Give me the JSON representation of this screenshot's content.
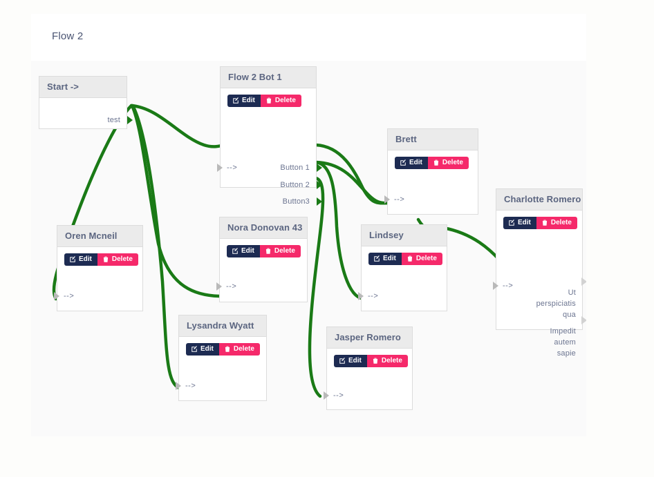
{
  "header": {
    "title": "Flow 2"
  },
  "buttons": {
    "edit_label": "Edit",
    "delete_label": "Delete"
  },
  "colors": {
    "edge": "#1a7a16",
    "edit_bg": "#1d2b52",
    "delete_bg": "#f5296a",
    "node_header_bg": "#ebebeb",
    "node_bg": "#ffffff",
    "canvas_bg": "#fafafa",
    "page_bg": "#fdfdfb",
    "title_text": "#4a5472"
  },
  "nodes": [
    {
      "id": "start",
      "title": "Start ->",
      "has_actions": false,
      "inputs": [],
      "outputs": [
        "test"
      ]
    },
    {
      "id": "flow2bot1",
      "title": "Flow 2 Bot 1",
      "has_actions": true,
      "inputs": [
        "-->"
      ],
      "outputs": [
        "Button 1",
        "Button 2",
        "Button3"
      ]
    },
    {
      "id": "oren",
      "title": "Oren Mcneil",
      "has_actions": true,
      "inputs": [
        "-->"
      ],
      "outputs": []
    },
    {
      "id": "nora",
      "title": "Nora Donovan 43",
      "has_actions": true,
      "inputs": [
        "-->"
      ],
      "outputs": []
    },
    {
      "id": "lysandra",
      "title": "Lysandra Wyatt",
      "has_actions": true,
      "inputs": [
        "-->"
      ],
      "outputs": []
    },
    {
      "id": "brett",
      "title": "Brett",
      "has_actions": true,
      "inputs": [
        "-->"
      ],
      "outputs": []
    },
    {
      "id": "lindsey",
      "title": "Lindsey",
      "has_actions": true,
      "inputs": [
        "-->"
      ],
      "outputs": []
    },
    {
      "id": "jasper",
      "title": "Jasper Romero",
      "has_actions": true,
      "inputs": [
        "-->"
      ],
      "outputs": []
    },
    {
      "id": "charlotte",
      "title": "Charlotte Romero",
      "has_actions": true,
      "inputs": [
        "-->"
      ],
      "outputs": [
        "Ut\nperspiciatis\nqua",
        "Impedit\nautem\nsapie"
      ]
    }
  ],
  "node_text": {
    "start_title": "Start ->",
    "start_out_test": "test",
    "bot_title": "Flow 2 Bot 1",
    "bot_in": "-->",
    "bot_out_1": "Button 1",
    "bot_out_2": "Button 2",
    "bot_out_3": "Button3",
    "oren_title": "Oren Mcneil",
    "oren_in": "-->",
    "nora_title": "Nora Donovan 43",
    "nora_in": "-->",
    "lysandra_title": "Lysandra Wyatt",
    "lysandra_in": "-->",
    "brett_title": "Brett",
    "brett_in": "-->",
    "lindsey_title": "Lindsey",
    "lindsey_in": "-->",
    "jasper_title": "Jasper Romero",
    "jasper_in": "-->",
    "charlotte_title": "Charlotte Romero",
    "charlotte_in": "-->",
    "charlotte_out_1": "Ut\nperspiciatis\nqua",
    "charlotte_out_2": "Impedit\nautem\nsapie"
  },
  "edges": [
    {
      "from": "start.test",
      "to": "flow2bot1.in"
    },
    {
      "from": "start.test",
      "to": "oren.in"
    },
    {
      "from": "start.test",
      "to": "nora.in"
    },
    {
      "from": "start.test",
      "to": "lysandra.in"
    },
    {
      "from": "flow2bot1.Button 1",
      "to": "brett.in"
    },
    {
      "from": "flow2bot1.Button 2",
      "to": "brett.in"
    },
    {
      "from": "flow2bot1.Button 2",
      "to": "lindsey.in"
    },
    {
      "from": "flow2bot1.Button3",
      "to": "jasper.in"
    },
    {
      "from": "brett.out",
      "to": "charlotte.in"
    }
  ]
}
